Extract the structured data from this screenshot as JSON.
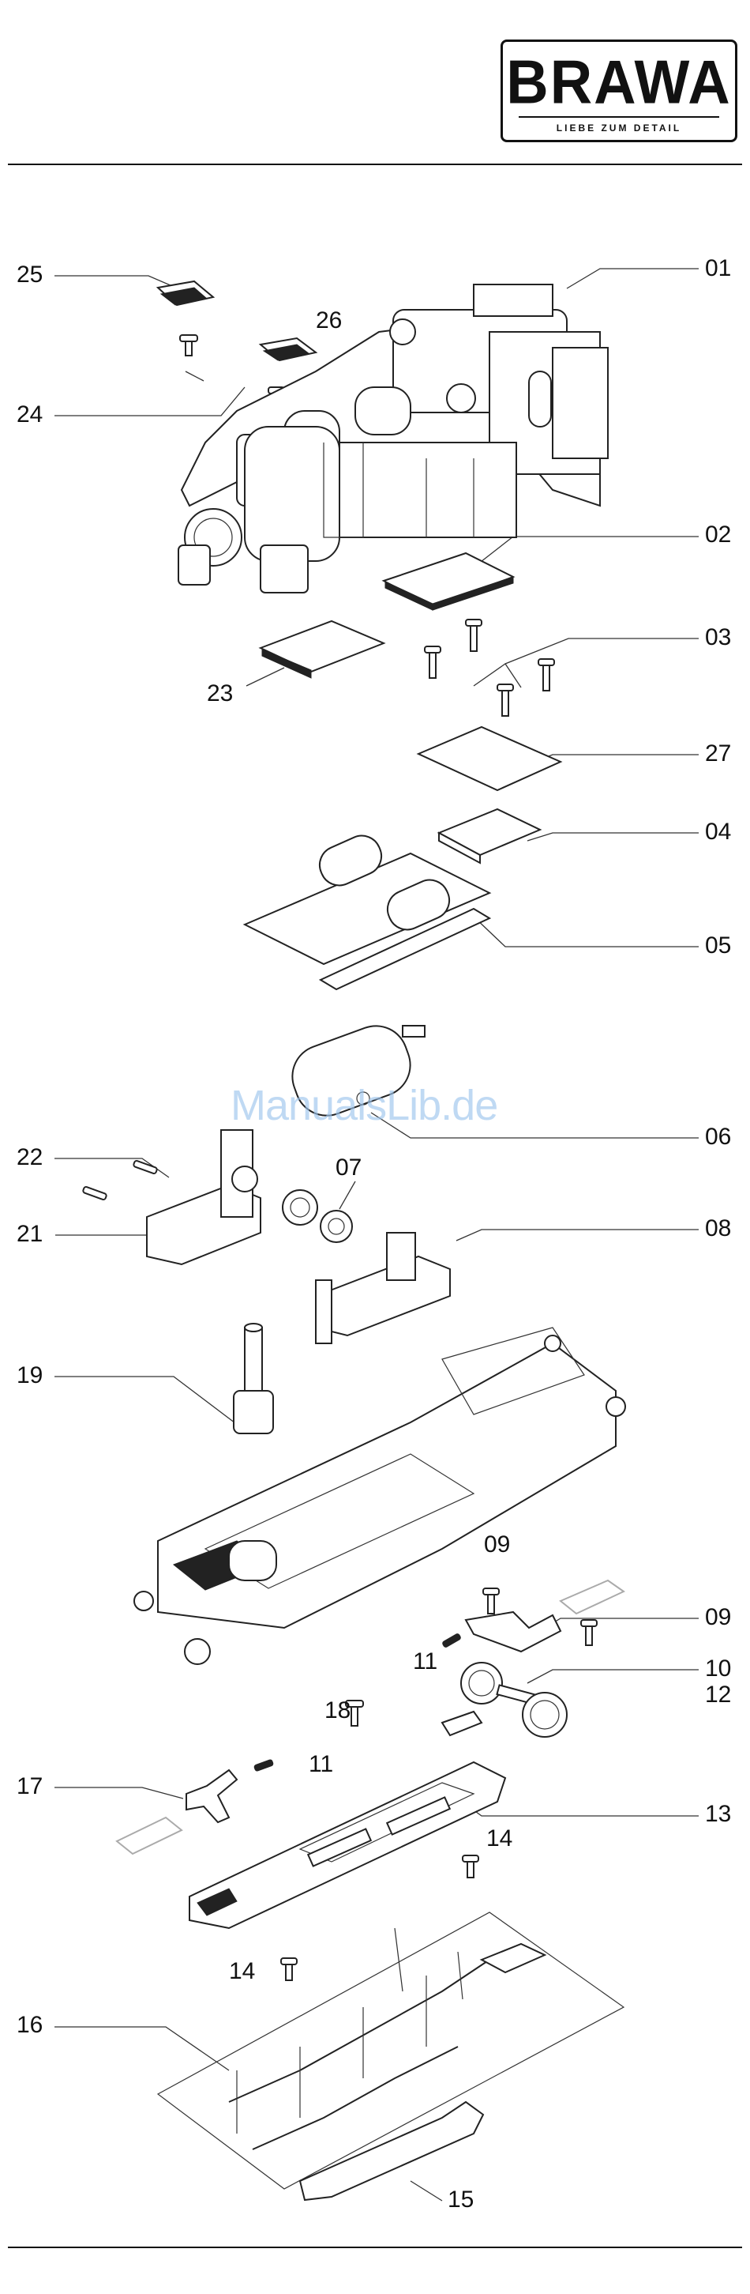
{
  "logo": {
    "brand": "BRAWA",
    "tagline": "LIEBE ZUM DETAIL"
  },
  "watermark": "ManualsLib.de",
  "part_numbers": {
    "p01": "01",
    "p02": "02",
    "p03": "03",
    "p04": "04",
    "p05": "05",
    "p06": "06",
    "p07": "07",
    "p08": "08",
    "p09a": "09",
    "p09b": "09",
    "p10": "10",
    "p11a": "11",
    "p11b": "11",
    "p12": "12",
    "p13": "13",
    "p14a": "14",
    "p14b": "14",
    "p15": "15",
    "p16": "16",
    "p17": "17",
    "p18": "18",
    "p19": "19",
    "p21": "21",
    "p22": "22",
    "p23": "23",
    "p24": "24",
    "p25": "25",
    "p26": "26",
    "p27": "27"
  }
}
